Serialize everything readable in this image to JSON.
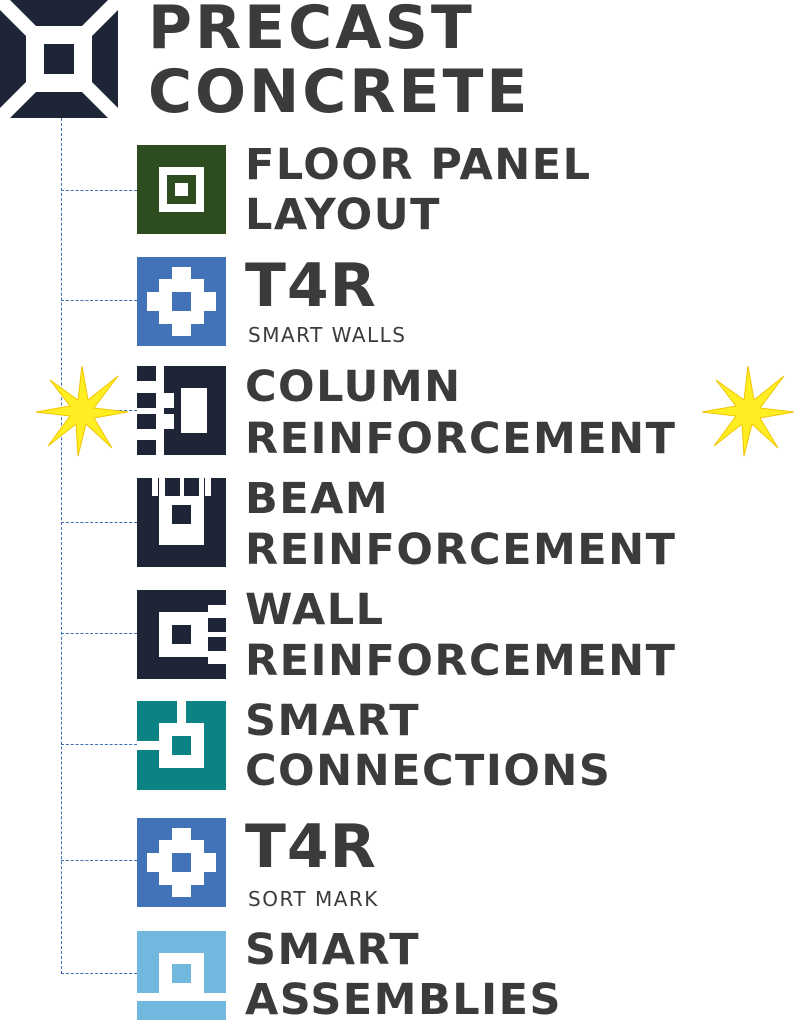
{
  "header": {
    "line1": "PRECAST",
    "line2": "CONCRETE",
    "logo_icon": "precast-concrete-logo-icon",
    "logo_color": "#1e2537"
  },
  "items": [
    {
      "icon": "floor-panel-layout-icon",
      "color": "#2e4d1e",
      "line1": "FLOOR PANEL",
      "line2": "LAYOUT"
    },
    {
      "icon": "t4r-smart-walls-icon",
      "color": "#4273b8",
      "line1": "T4R",
      "sub": "SMART WALLS"
    },
    {
      "icon": "column-reinforcement-icon",
      "color": "#1e2537",
      "line1": "COLUMN",
      "line2": "REINFORCEMENT"
    },
    {
      "icon": "beam-reinforcement-icon",
      "color": "#1e2537",
      "line1": "BEAM",
      "line2": "REINFORCEMENT"
    },
    {
      "icon": "wall-reinforcement-icon",
      "color": "#1e2537",
      "line1": "WALL",
      "line2": "REINFORCEMENT"
    },
    {
      "icon": "smart-connections-icon",
      "color": "#0b8384",
      "line1": "SMART",
      "line2": "CONNECTIONS"
    },
    {
      "icon": "t4r-sort-mark-icon",
      "color": "#4273b8",
      "line1": "T4R",
      "sub": "SORT MARK"
    },
    {
      "icon": "smart-assemblies-icon",
      "color": "#72b8de",
      "line1": "SMART",
      "line2": "ASSEMBLIES"
    }
  ],
  "highlight": {
    "icon": "star-icon",
    "color": "#ffef22"
  },
  "tree_line_color": "#3b6fb6"
}
